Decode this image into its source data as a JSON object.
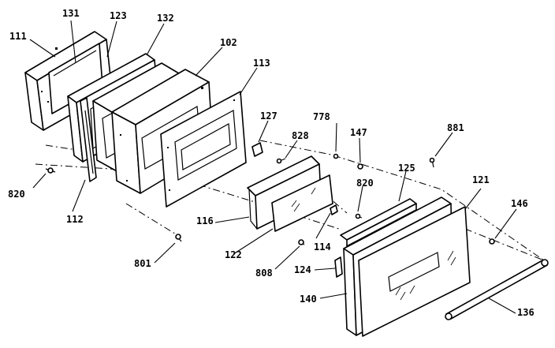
{
  "callouts": {
    "c111": "111",
    "c131": "131",
    "c123": "123",
    "c132": "132",
    "c102": "102",
    "c113": "113",
    "c127": "127",
    "c828a": "828",
    "c778": "778",
    "c147": "147",
    "c881": "881",
    "c820a": "820",
    "c112": "112",
    "c116": "116",
    "c125": "125",
    "c121": "121",
    "c820b": "820",
    "c146": "146",
    "c801": "801",
    "c122": "122",
    "c114": "114",
    "c828b": "808",
    "c124": "124",
    "c140": "140",
    "c136": "136"
  }
}
